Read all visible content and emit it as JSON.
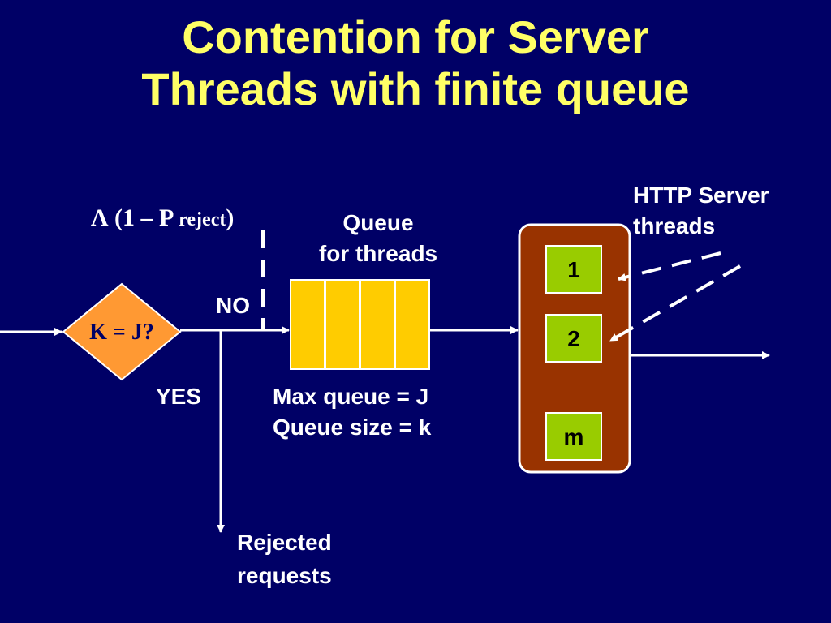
{
  "title": {
    "line1": "Contention for Server",
    "line2": "Threads with finite queue"
  },
  "arrival_rate": {
    "lambda": "Λ (1 – P ",
    "sub": "reject",
    "close": ")"
  },
  "queue_label": {
    "line1": "Queue",
    "line2": "for threads"
  },
  "server_label": {
    "line1": "HTTP Server",
    "line2": "threads"
  },
  "decision": {
    "text": "K = J?",
    "no_label": "NO",
    "yes_label": "YES"
  },
  "queue_info": {
    "line1": "Max queue = J",
    "line2": "Queue size = k"
  },
  "rejected": {
    "line1": "Rejected",
    "line2": "requests"
  },
  "threads": [
    "1",
    "2",
    "m"
  ],
  "colors": {
    "background": "#000066",
    "title": "#ffff66",
    "diamond": "#ff9933",
    "queue_cell": "#ffcc00",
    "server_box": "#993300",
    "thread_cell": "#99cc00",
    "lines": "#ffffff"
  }
}
